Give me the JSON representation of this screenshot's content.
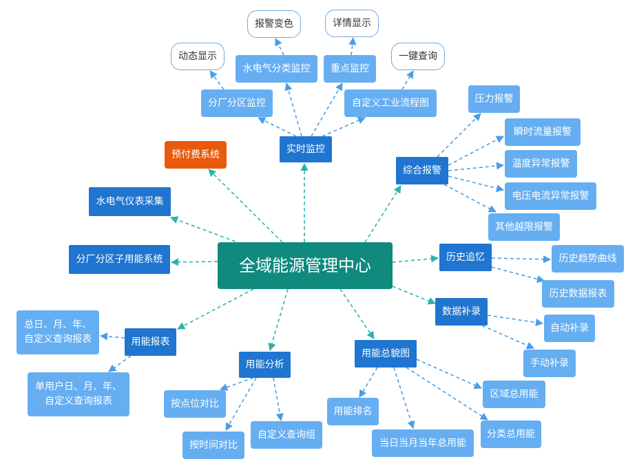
{
  "diagram": {
    "center": "全域能源管理中心",
    "nodes": {
      "realtime": "实时监控",
      "factory_zone_monitor": "分厂分区监控",
      "utility_monitor": "水电气分类监控",
      "key_monitor": "重点监控",
      "custom_flow": "自定义工业流程图",
      "dynamic_display": "动态显示",
      "alarm_color": "报警变色",
      "detail_display": "详情显示",
      "one_click_query": "一键查询",
      "prepaid": "预付费系统",
      "meter_collect": "水电气仪表采集",
      "sub_energy": "分厂分区子用能系统",
      "alarm": "综合报警",
      "pressure_alarm": "压力报警",
      "flow_alarm": "瞬时流量报警",
      "temp_alarm": "温度异常报警",
      "volt_alarm": "电压电流异常报警",
      "other_alarm": "其他越限报警",
      "history": "历史追忆",
      "history_trend": "历史趋势曲线",
      "history_report": "历史数据报表",
      "data_fill": "数据补录",
      "auto_fill": "自动补录",
      "manual_fill": "手动补录",
      "overview": "用能总貌图",
      "region_total": "区域总用能",
      "category_total": "分类总用能",
      "period_total": "当日当月当年总用能",
      "ranking": "用能排名",
      "analysis": "用能分析",
      "point_compare": "按点位对比",
      "time_compare": "按时间对比",
      "custom_group": "自定义查询组",
      "report": "用能报表",
      "total_report": "总日、月、年、自定义查询报表",
      "user_report": "单用户日、月、年、自定义查询报表"
    }
  },
  "colors": {
    "center": "#0f8a7d",
    "primary": "#1f75cf",
    "orange": "#e8590c",
    "leaf": "#65aef2",
    "bubble_border": "#6fa8dc",
    "center_link": "#2bb3ab",
    "branch_link": "#4a9ee6"
  }
}
